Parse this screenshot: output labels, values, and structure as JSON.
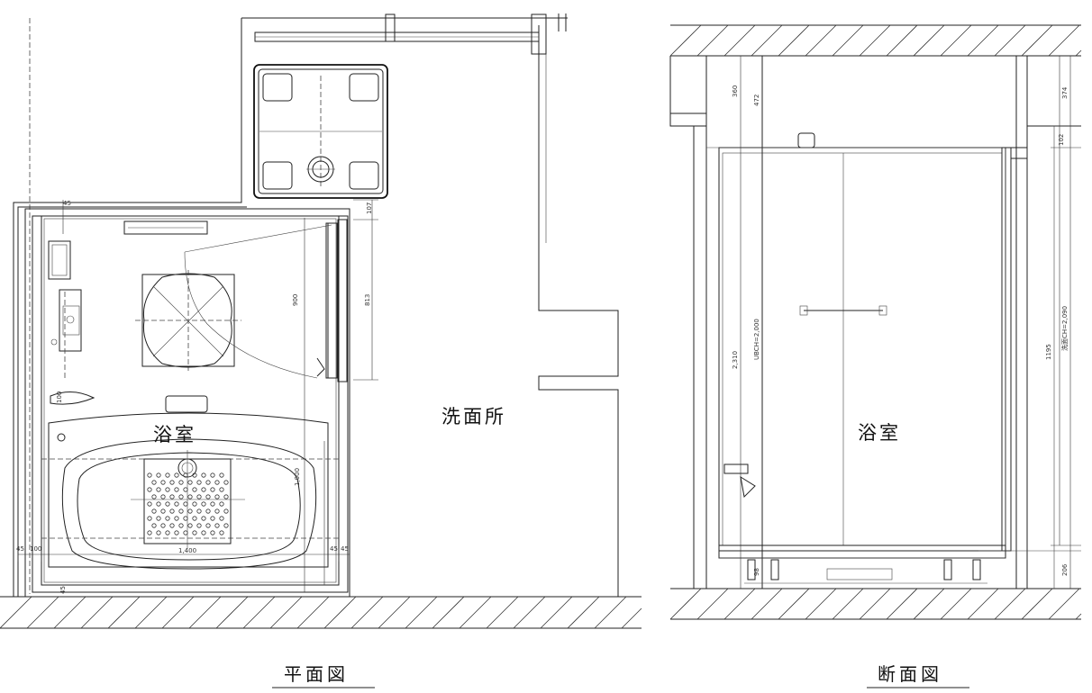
{
  "plan": {
    "room_bath": "浴室",
    "room_wash": "洗面所",
    "caption": "平面図",
    "dims": {
      "d45a": "45",
      "d107": "107",
      "d900": "900",
      "d813": "813",
      "d1000": "1,000",
      "d1400": "1,400",
      "d45b": "45",
      "d100": "100",
      "d45c": "45",
      "d45d": "45",
      "d45e": "45",
      "d100b": "100"
    }
  },
  "section": {
    "room_bath": "浴室",
    "caption": "断面図",
    "dims": {
      "d360": "360",
      "d472": "472",
      "d374": "374",
      "d102": "102",
      "d2310": "2,310",
      "ubch": "UBCH=2,000",
      "d1195": "1195",
      "wash": "洗面CH=2,090",
      "d98": "98",
      "d206": "206"
    }
  }
}
